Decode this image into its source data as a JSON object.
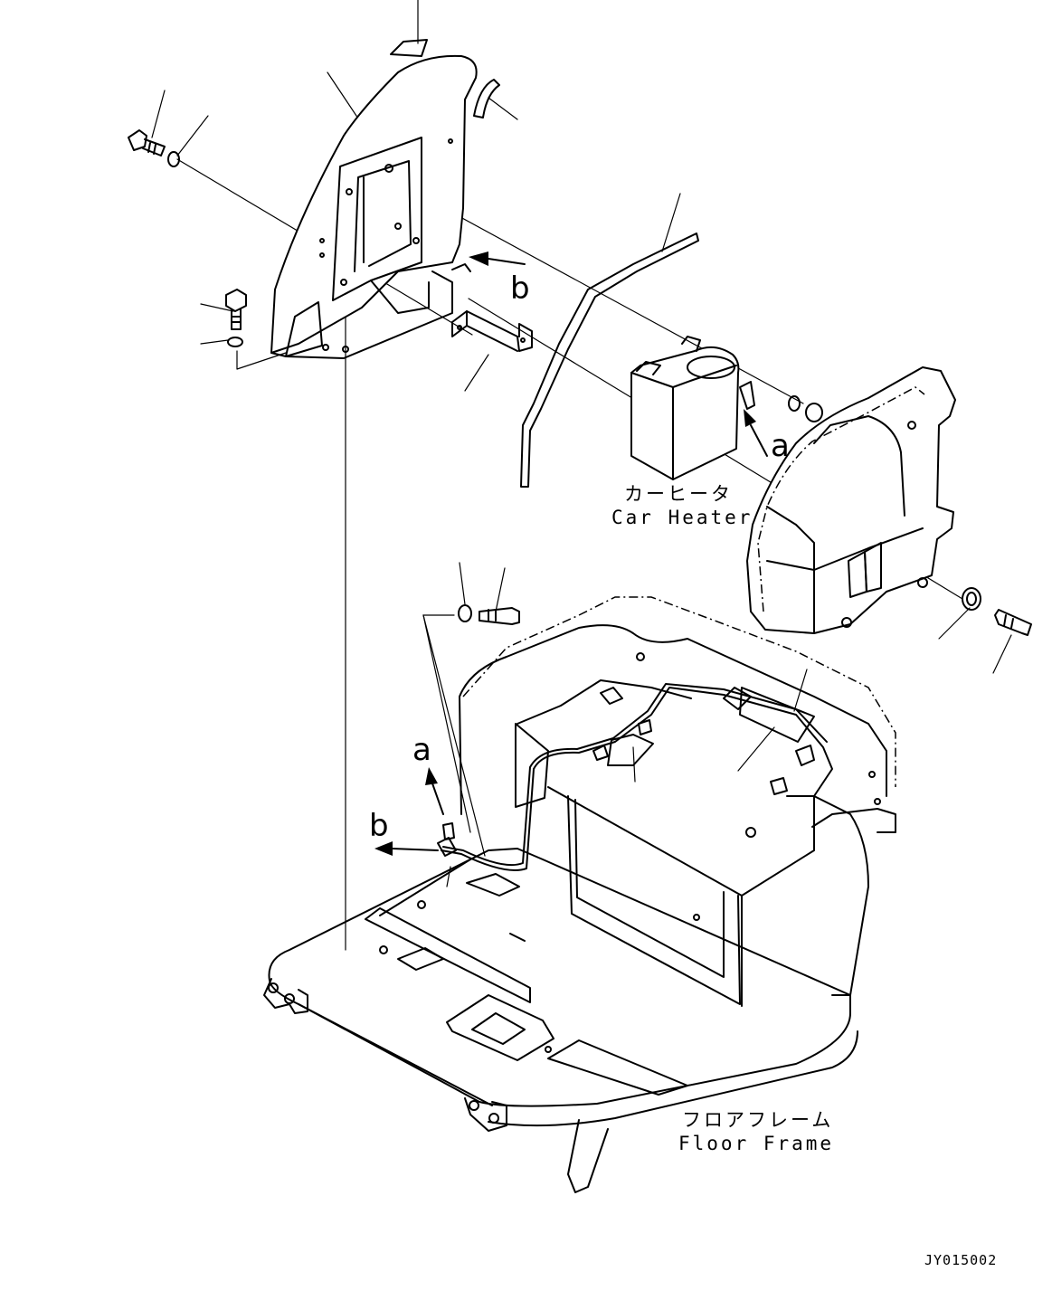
{
  "figure": {
    "code": "JY015002",
    "callouts": {
      "a": "a",
      "b": "b"
    },
    "labels": {
      "car_heater_jp": "カーヒータ",
      "car_heater_en": "Car Heater",
      "floor_frame_jp": "フロアフレーム",
      "floor_frame_en": "Floor Frame"
    }
  }
}
